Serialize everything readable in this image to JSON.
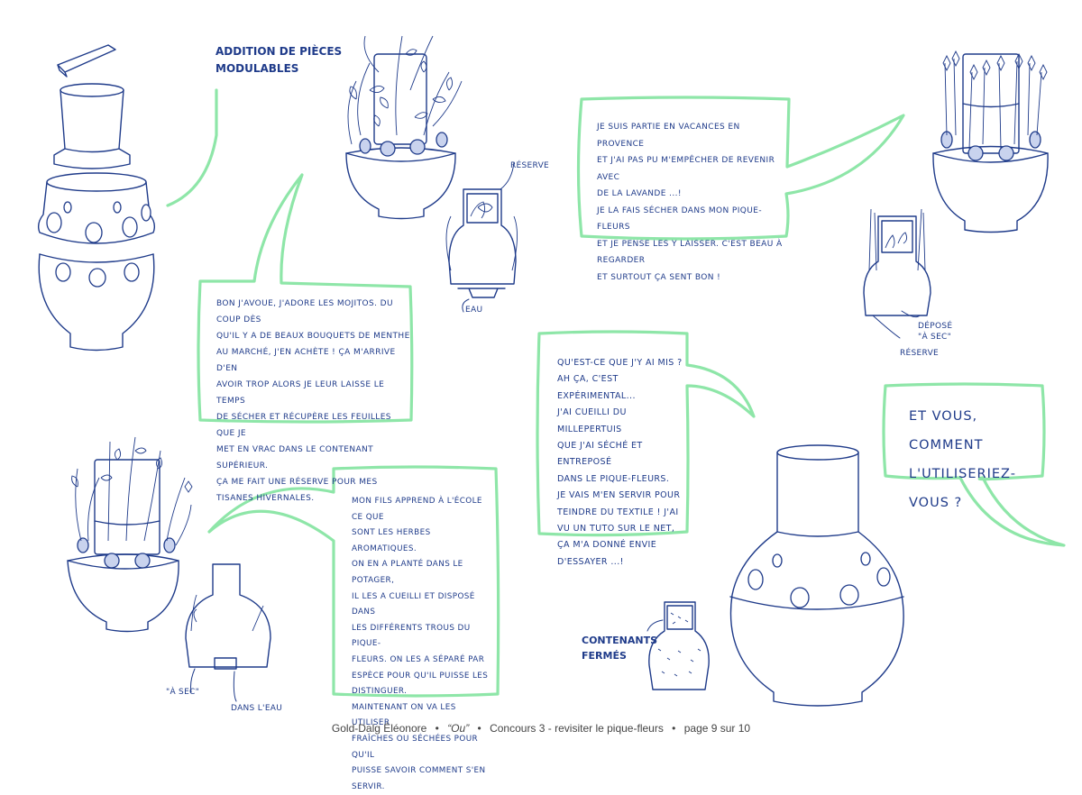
{
  "colors": {
    "ink": "#1f3b8a",
    "bubble": "#8ee6a8",
    "footer_text": "#444444"
  },
  "labels": {
    "modular": "Addition de pièces\nmodulables",
    "reserve_top": "Réserve",
    "eau": "Eau",
    "depose": "Déposé\n\"à sec\"",
    "reserve_right": "Réserve",
    "a_sec": "\"à sec\"",
    "dans_eau": "Dans l'eau",
    "contenants": "Contenants\nfermés"
  },
  "bubbles": {
    "mojitos": "Bon j'avoue, j'adore les mojitos. Du coup dès\nqu'il y a de beaux bouquets de menthe\nau marché, j'en achète ! Ça m'arrive d'en\navoir trop alors je leur laisse le temps\nde sécher et récupère les feuilles que je\nmet en vrac dans le contenant supérieur.\nÇa me fait une réserve pour mes tisanes hivernales.",
    "provence": "Je suis partie en vacances en Provence\net j'ai pas pu m'empêcher de revenir avec\nde la lavande ...!\nJe la fais sécher dans mon pique-fleurs\net je pense les y laisser. C'est beau à regarder\net surtout ça sent bon !",
    "millepertuis": "Qu'est-ce que j'y ai mis ?\nAh ça, c'est expérimental...\nJ'ai cueilli du millepertuis\nque j'ai séché et entreposé\ndans le pique-fleurs.\nJe vais m'en servir pour\nteindre du textile ! J'ai\nvu un tuto sur le net,\nça m'a donné envie\nd'essayer ...!",
    "ecole": "Mon fils apprend à l'école ce que\nsont les herbes aromatiques.\nOn en a planté dans le potager,\nil les a cueilli et disposé dans\nles différents trous du pique-\nfleurs. On les a séparé par\nespèce pour qu'il puisse les\ndistinguer.\nMaintenant on va les utiliser\nfraîches ou séchées pour qu'il\npuisse savoir comment s'en\nservir.",
    "question": "Et vous, comment\nl'utiliseriez-vous ?"
  },
  "footer": {
    "author": "Gold-Dalg Éléonore",
    "title": "“Ou”",
    "contest": "Concours 3 - revisiter le pique-fleurs",
    "page": "page 9 sur 10",
    "separator": "•"
  }
}
